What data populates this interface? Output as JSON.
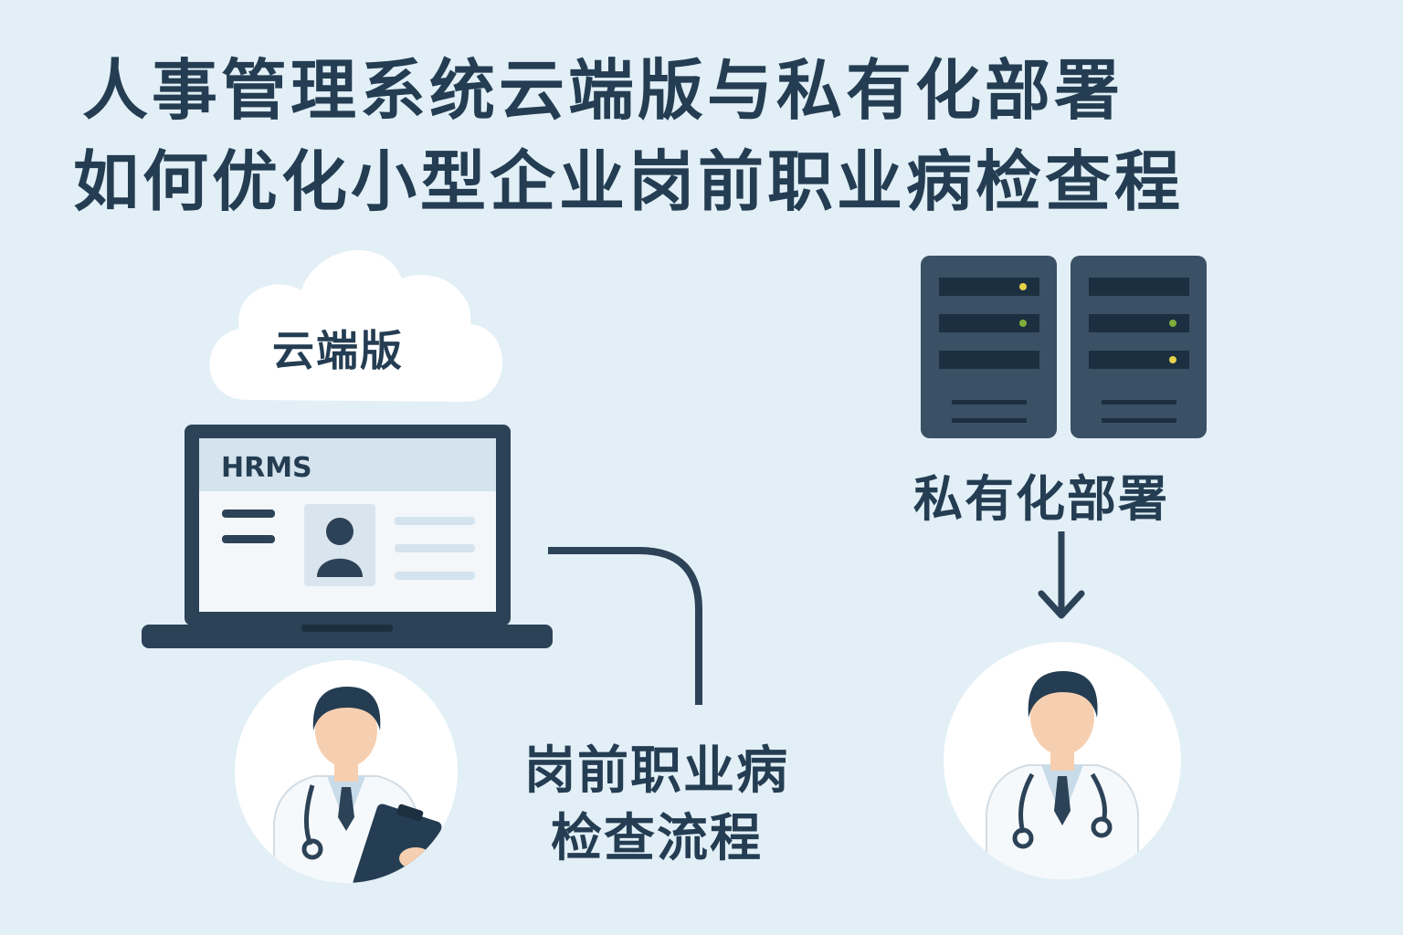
{
  "title": {
    "line1": "人事管理系统云端版与私有化部署",
    "line2": "如何优化小型企业岗前职业病检查程"
  },
  "cloud": {
    "label": "云端版",
    "icon": "cloud-icon"
  },
  "laptop": {
    "app_name": "HRMS",
    "icon": "laptop-icon"
  },
  "private_deployment": {
    "label": "私有化部署",
    "icon": "server-icon"
  },
  "exam_process": {
    "line1": "岗前职业病",
    "line2": "检查流程"
  },
  "doctors": [
    {
      "icon": "doctor-with-clipboard-icon"
    },
    {
      "icon": "doctor-icon"
    }
  ],
  "colors": {
    "background": "#e2eff6",
    "dark_navy": "#2c4257",
    "screen": "#eef4f8",
    "skin": "#f6cfb0",
    "tie": "#4c7fa8",
    "led_yellow": "#e6d24a",
    "led_green": "#7fae3a"
  }
}
